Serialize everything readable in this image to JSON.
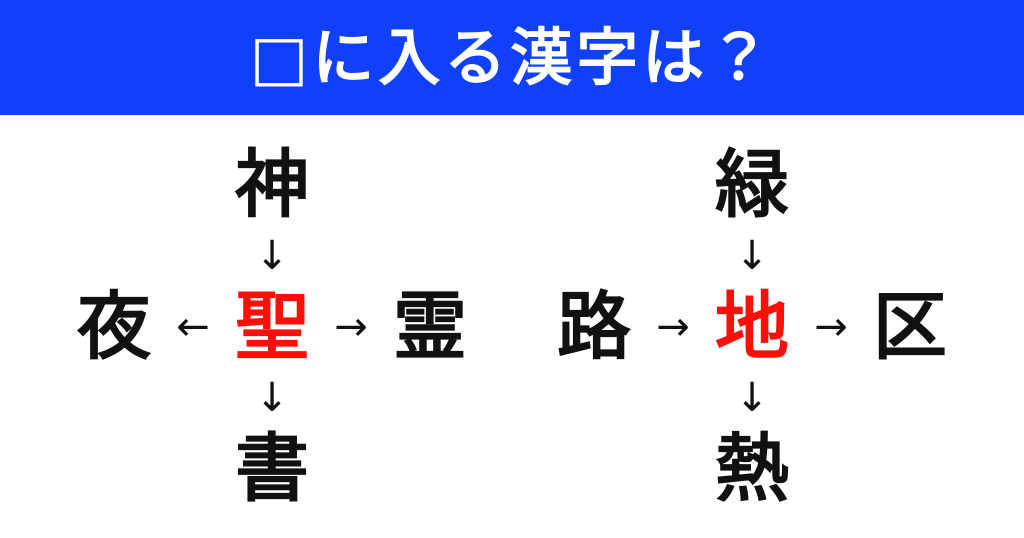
{
  "banner": {
    "title": "□に入る漢字は？",
    "background_color": "#1040fa",
    "text_color": "#ffffff"
  },
  "colors": {
    "page_background": "#ffffff",
    "kanji_black": "#111111",
    "kanji_red": "#fa1008",
    "banner_blue": "#1040fa"
  },
  "puzzles": [
    {
      "id": "puzzle-left",
      "top": "神",
      "left": "夜",
      "center": "聖",
      "right": "霊",
      "bottom": "書",
      "center_is_red": true,
      "arrows": {
        "top_to_center": "↓",
        "center_to_left": "←",
        "center_to_right": "→",
        "center_to_bottom": "↓"
      }
    },
    {
      "id": "puzzle-right",
      "top": "緑",
      "left": "路",
      "center": "地",
      "right": "区",
      "bottom": "熱",
      "center_is_red": true,
      "arrows": {
        "top_to_center": "↓",
        "center_to_left": "→",
        "center_to_right": "→",
        "center_to_bottom": "↓"
      }
    }
  ]
}
